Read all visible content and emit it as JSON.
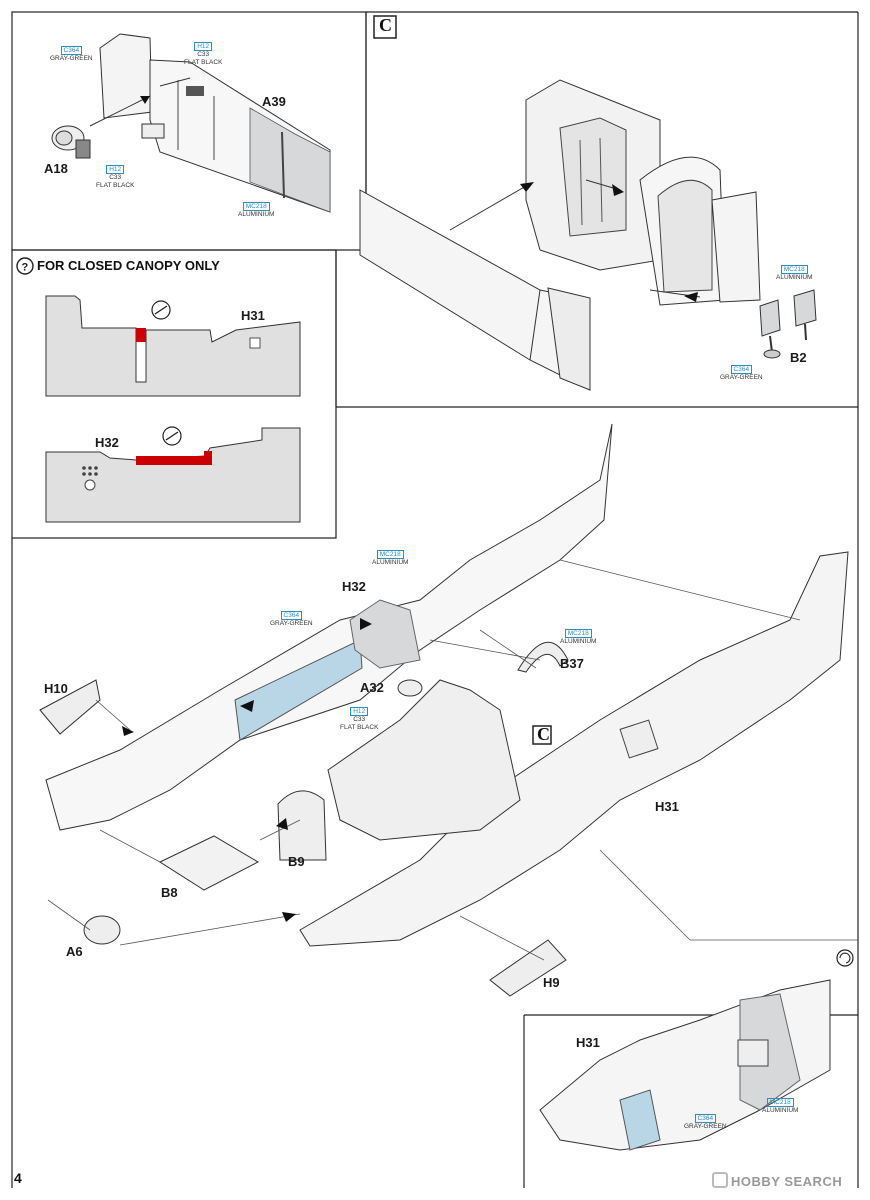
{
  "page_number": "4",
  "notice": {
    "title": "FOR CLOSED CANOPY ONLY",
    "icon": "question-icon"
  },
  "subassembly_marker": "C",
  "parts": {
    "A39": "A39",
    "A18": "A18",
    "H31": "H31",
    "H32": "H32",
    "B2": "B2",
    "H10": "H10",
    "A32": "A32",
    "B37": "B37",
    "B9": "B9",
    "B8": "B8",
    "A6": "A6",
    "H9": "H9"
  },
  "paints": {
    "c364": {
      "code": "C364",
      "name": "GRAY-GREEN"
    },
    "h12c33": {
      "code": "H12",
      "code2": "C33",
      "name": "FLAT BLACK"
    },
    "mc218": {
      "code": "MC218",
      "name": "ALUMINIUM"
    }
  },
  "watermark": "HOBBY SEARCH",
  "colors": {
    "aluminium_fill": "#d6d8da",
    "graygreen_fill": "#b9d6e6",
    "cut_red": "#cc0000",
    "paint_code": "#2a8fc0"
  }
}
